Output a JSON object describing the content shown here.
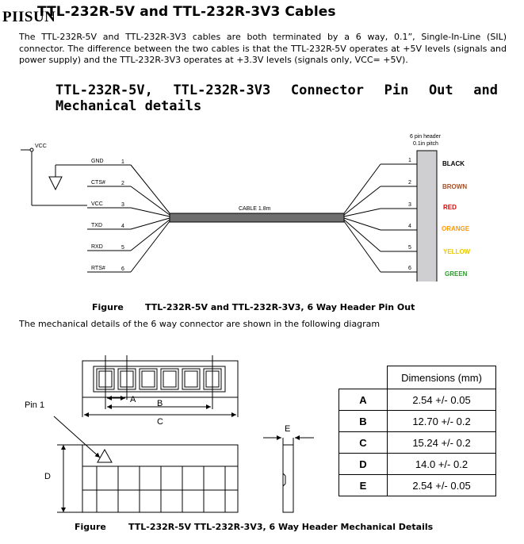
{
  "logo": "PIISUN",
  "title": "TTL-232R-5V and TTL-232R-3V3 Cables",
  "intro": "The TTL-232R-5V and TTL-232R-3V3 cables are both terminated by a 6 way, 0.1”, Single-In-Line (SIL) connector. The difference between the two cables is that the TTL-232R-5V operates at +5V levels (signals and power supply) and the TTL-232R-3V3 operates at +3.3V levels (signals only, VCC= +5V).",
  "section_heading_line1": [
    "TTL-232R-5V,",
    "TTL-232R-3V3",
    "Connector",
    "Pin",
    "Out",
    "and"
  ],
  "section_heading_line2": "Mechanical details",
  "pinout": {
    "vcc_label": "VCC",
    "left_pins": [
      {
        "name": "GND",
        "num": "1"
      },
      {
        "name": "CTS#",
        "num": "2"
      },
      {
        "name": "VCC",
        "num": "3"
      },
      {
        "name": "TXD",
        "num": "4"
      },
      {
        "name": "RXD",
        "num": "5"
      },
      {
        "name": "RTS#",
        "num": "6"
      }
    ],
    "cable_label": "CABLE 1.8m",
    "header_label_1": "6 pin header",
    "header_label_2": "0.1in pitch",
    "right_pins": [
      {
        "num": "1",
        "color_name": "BLACK",
        "color": "#000000"
      },
      {
        "num": "2",
        "color_name": "BROWN",
        "color": "#a0522d"
      },
      {
        "num": "3",
        "color_name": "RED",
        "color": "#e00000"
      },
      {
        "num": "4",
        "color_name": "ORANGE",
        "color": "#ff9900"
      },
      {
        "num": "5",
        "color_name": "YELLOW",
        "color": "#e8c800"
      },
      {
        "num": "6",
        "color_name": "GREEN",
        "color": "#2e9a2e"
      }
    ]
  },
  "figure1_word": "Figure",
  "figure1_caption": "TTL-232R-5V and TTL-232R-3V3, 6 Way Header Pin Out",
  "mech_sentence": "The mechanical details of the 6 way connector are shown in the following diagram",
  "mechanical": {
    "pin1_label": "Pin 1",
    "dim_labels": {
      "a": "A",
      "b": "B",
      "c": "C",
      "d": "D",
      "e": "E"
    }
  },
  "dimensions_table": {
    "header": "Dimensions (mm)",
    "rows": [
      {
        "key": "A",
        "value": "2.54 +/- 0.05"
      },
      {
        "key": "B",
        "value": "12.70 +/- 0.2"
      },
      {
        "key": "C",
        "value": "15.24 +/- 0.2"
      },
      {
        "key": "D",
        "value": "14.0 +/- 0.2"
      },
      {
        "key": "E",
        "value": "2.54 +/- 0.05"
      }
    ]
  },
  "figure2_word": "Figure",
  "figure2_caption": "TTL-232R-5V TTL-232R-3V3, 6 Way Header Mechanical Details"
}
